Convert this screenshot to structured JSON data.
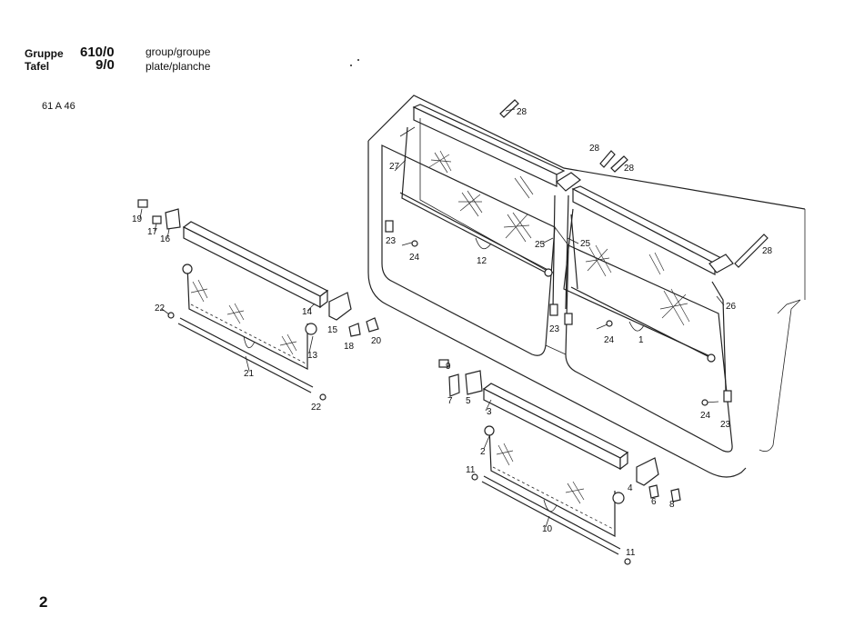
{
  "header": {
    "group_label": "Gruppe",
    "group_number": "610/0",
    "group_text": "group/groupe",
    "plate_label": "Tafel",
    "plate_number": "9/0",
    "plate_text": "plate/planche"
  },
  "drawing_code": "61 A 46",
  "page_number": "2",
  "callouts": [
    "28",
    "28",
    "28",
    "28",
    "27",
    "23",
    "24",
    "12",
    "25",
    "25",
    "26",
    "23",
    "24",
    "1",
    "24",
    "23",
    "19",
    "17",
    "16",
    "14",
    "15",
    "18",
    "20",
    "22",
    "13",
    "21",
    "22",
    "9",
    "7",
    "5",
    "3",
    "2",
    "11",
    "4",
    "6",
    "8",
    "10",
    "11"
  ]
}
